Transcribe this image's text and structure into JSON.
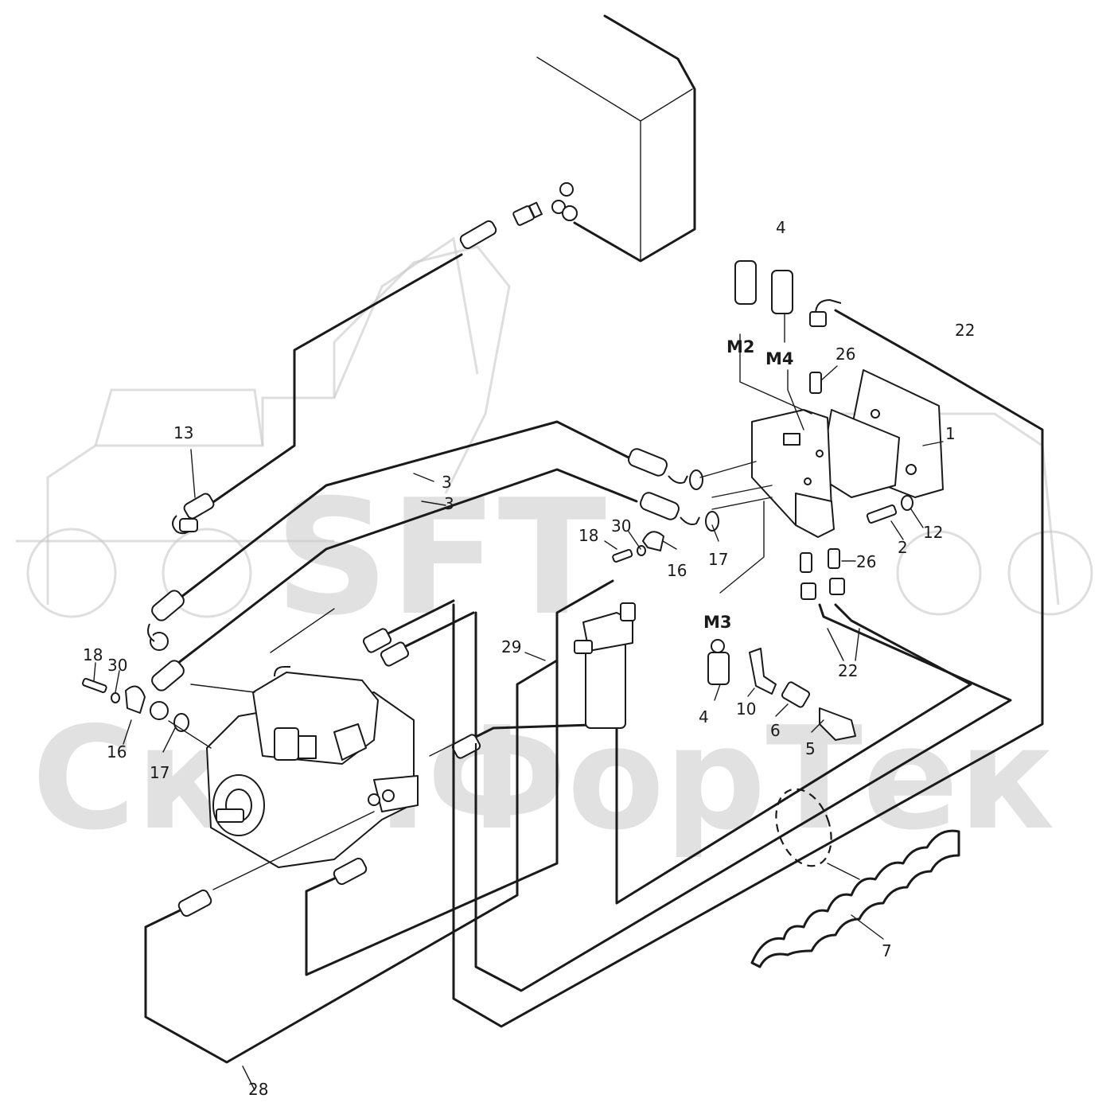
{
  "watermark": {
    "logo_text": "SFT",
    "company_text": "СкайФорТек"
  },
  "callouts": [
    {
      "id": "c1",
      "text": "1"
    },
    {
      "id": "c2",
      "text": "2"
    },
    {
      "id": "c3a",
      "text": "3"
    },
    {
      "id": "c3b",
      "text": "3"
    },
    {
      "id": "c4a",
      "text": "4"
    },
    {
      "id": "c4b",
      "text": "4"
    },
    {
      "id": "c5",
      "text": "5"
    },
    {
      "id": "c6",
      "text": "6"
    },
    {
      "id": "c7",
      "text": "7"
    },
    {
      "id": "c10",
      "text": "10"
    },
    {
      "id": "c12",
      "text": "12"
    },
    {
      "id": "c13",
      "text": "13"
    },
    {
      "id": "c16a",
      "text": "16"
    },
    {
      "id": "c16b",
      "text": "16"
    },
    {
      "id": "c17a",
      "text": "17"
    },
    {
      "id": "c17b",
      "text": "17"
    },
    {
      "id": "c18a",
      "text": "18"
    },
    {
      "id": "c18b",
      "text": "18"
    },
    {
      "id": "c22a",
      "text": "22"
    },
    {
      "id": "c22b",
      "text": "22"
    },
    {
      "id": "c26a",
      "text": "26"
    },
    {
      "id": "c26b",
      "text": "26"
    },
    {
      "id": "c28",
      "text": "28"
    },
    {
      "id": "c29",
      "text": "29"
    },
    {
      "id": "c30a",
      "text": "30"
    },
    {
      "id": "c30b",
      "text": "30"
    }
  ],
  "ports": [
    {
      "id": "m2",
      "text": "M2"
    },
    {
      "id": "m3",
      "text": "M3"
    },
    {
      "id": "m4",
      "text": "M4"
    }
  ]
}
